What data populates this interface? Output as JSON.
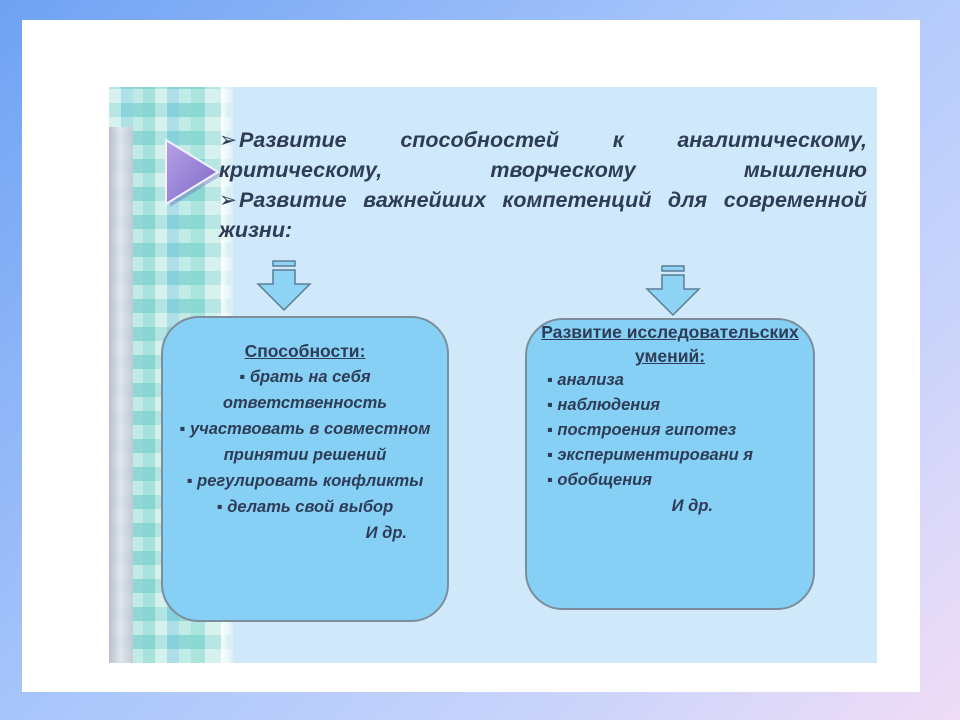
{
  "slide": {
    "intro_lines": [
      "Развитие способностей к аналитическому, критическому, творческому мышлению",
      "Развитие важнейших компетенций для современной жизни:"
    ],
    "bullet_char": "➢",
    "left_box": {
      "title": "Способности:",
      "items": [
        "▪ брать на себя ответственность",
        "▪ участвовать в совместном принятии решений",
        "▪ регулировать конфликты",
        "▪ делать свой выбор"
      ],
      "etc": "И др."
    },
    "right_box": {
      "title": "Развитие исследовательских умений:",
      "items": [
        "▪ анализа",
        "▪ наблюдения",
        "▪ построения гипотез",
        "▪ экспериментировани я",
        "▪ обобщения"
      ],
      "etc": "И др."
    }
  },
  "colors": {
    "slide_bg": "#cfe9fb",
    "box_fill": "#86d0f6",
    "arrow_fill": "#8fd3f4",
    "text": "#2e3c55"
  },
  "icons": [
    "play-triangle-icon",
    "down-arrow-icon"
  ]
}
